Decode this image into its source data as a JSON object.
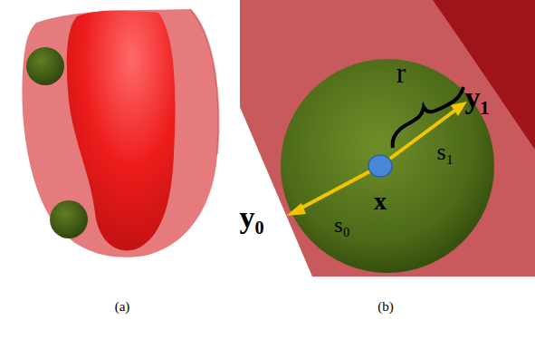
{
  "diagram": {
    "labels": [
      "r",
      "y₁",
      "x",
      "s₁",
      "s₀",
      "y₀",
      "(a)",
      "(b)"
    ]
  }
}
